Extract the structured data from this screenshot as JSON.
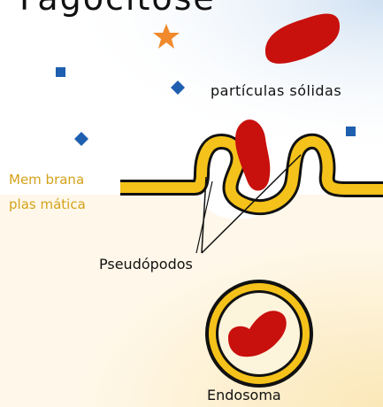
{
  "title": "Fagocitose",
  "labels": {
    "particles": "partículas sólidas",
    "membrane_line1": "Mem brana",
    "membrane_line2": "plas mática",
    "pseudopods": "Pseudópodos",
    "endosome": "Endosoma"
  },
  "colors": {
    "membrane_fill": "#f4c21a",
    "membrane_outline": "#111111",
    "particle_red": "#c8100c",
    "star_orange": "#f08a2c",
    "shape_blue": "#1f5fb0",
    "cytoplasm": "#fdf2d4",
    "extracellular": "#e3eef8",
    "label_gold": "#d4a21a"
  },
  "icons": {
    "star": "orange-star-particle-icon",
    "squares": "blue-square-particle-icon",
    "diamonds": "blue-diamond-particle-icon"
  }
}
